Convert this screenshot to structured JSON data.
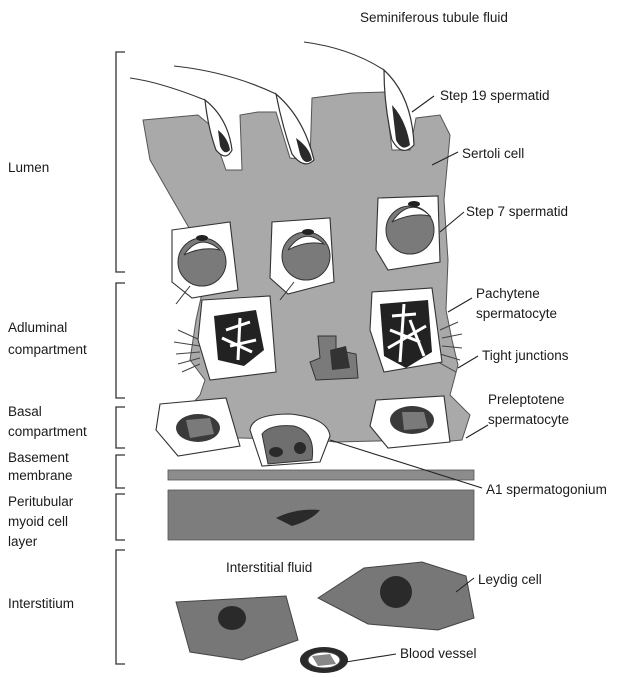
{
  "title": "Seminiferous tubule fluid",
  "left_labels": {
    "lumen": "Lumen",
    "adluminal_1": "Adluminal",
    "adluminal_2": "compartment",
    "basal_1": "Basal",
    "basal_2": "compartment",
    "basement_1": "Basement",
    "basement_2": "membrane",
    "peritubular_1": "Peritubular",
    "peritubular_2": "myoid cell",
    "peritubular_3": "layer",
    "interstitium": "Interstitium"
  },
  "right_labels": {
    "step19": "Step 19 spermatid",
    "sertoli": "Sertoli cell",
    "step7": "Step 7 spermatid",
    "pachytene_1": "Pachytene",
    "pachytene_2": "spermatocyte",
    "tight": "Tight junctions",
    "preleptotene_1": "Preleptotene",
    "preleptotene_2": "spermatocyte",
    "a1": "A1 spermatogonium",
    "leydig": "Leydig cell",
    "blood": "Blood vessel"
  },
  "center_labels": {
    "interstitial_fluid": "Interstitial fluid"
  },
  "colors": {
    "sertoli": "#a9a9a9",
    "dark": "#3a3a3a",
    "membrane": "#8c8c8c",
    "myoid": "#7d7d7d",
    "nucleus": "#6f6f6f",
    "line": "#222222"
  }
}
